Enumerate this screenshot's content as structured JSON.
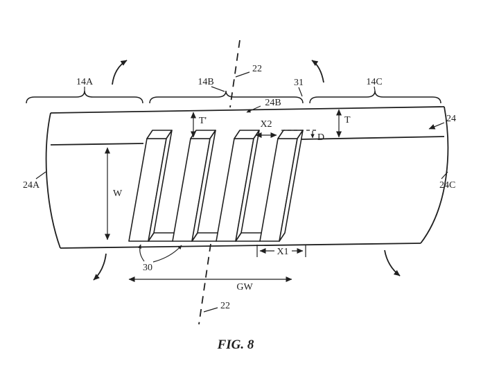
{
  "figure": {
    "caption": "FIG. 8",
    "region_labels": {
      "left": "14A",
      "middle": "14B",
      "right": "14C"
    },
    "reference_numerals": {
      "axis": "22",
      "boundary": "31",
      "band": "24",
      "band_left": "24A",
      "band_top_layer": "24B",
      "band_right": "24C",
      "grooves": "30"
    },
    "dimensions": {
      "t_prime": "T'",
      "t": "T",
      "x1": "X1",
      "x2": "X2",
      "d": "D",
      "w": "W",
      "gw": "GW"
    },
    "colors": {
      "ink": "#1f1f1f",
      "background": "#ffffff"
    }
  }
}
